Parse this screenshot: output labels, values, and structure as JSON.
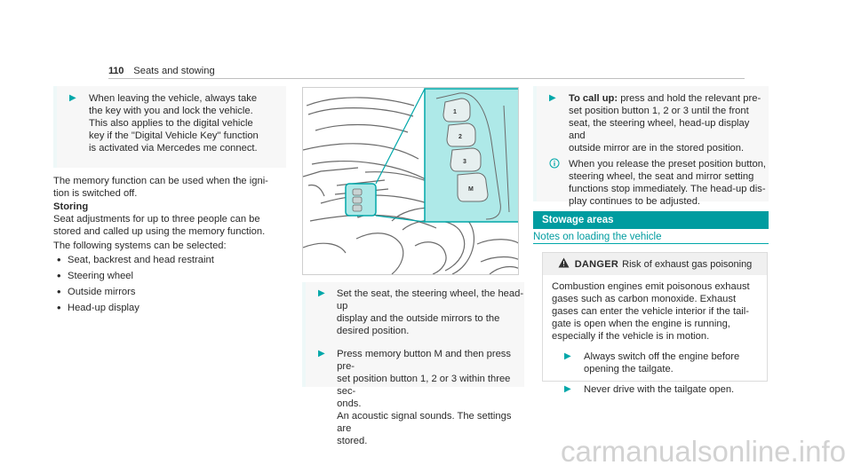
{
  "header": {
    "page_number": "110",
    "section": "Seats and stowing"
  },
  "col1": {
    "note_step": "When leaving the vehicle, always take\nthe key with you and lock the vehicle.\nThis also applies to the digital vehicle\nkey if the \"Digital Vehicle Key\" function\nis activated via Mercedes me connect.",
    "intro": "The memory function can be used when the igni-\ntion is switched off.",
    "storing_heading": "Storing",
    "storing_text": "Seat adjustments for up to three people can be\nstored and called up using the memory function.",
    "systems_intro": "The following systems can be selected:",
    "systems": [
      "Seat, backrest and head restraint",
      "Steering wheel",
      "Outside mirrors",
      "Head-up display"
    ]
  },
  "col2": {
    "figure_buttons": [
      "1",
      "2",
      "3",
      "M"
    ],
    "steps": [
      "Set the seat, the steering wheel, the head-up\ndisplay and the outside mirrors to the\ndesired position.",
      "Press memory button M and then press pre-\nset position button 1, 2 or 3 within three sec-\nonds.\nAn acoustic signal sounds. The settings are\nstored."
    ]
  },
  "col3": {
    "call_up_label": "To call up:",
    "call_up_text": " press and hold the relevant pre-\nset position button 1, 2 or 3 until the front\nseat, the steering wheel, head-up display and\noutside mirror are in the stored position.",
    "note_text": "When you release the preset position button,\nsteering wheel, the seat and mirror setting\nfunctions stop immediately. The head-up dis-\nplay continues to be adjusted.",
    "section_title": "Stowage areas",
    "subheading": "Notes on loading the vehicle",
    "danger": {
      "label": "DANGER",
      "title": "Risk of exhaust gas poisoning",
      "body": "Combustion engines emit poisonous exhaust\ngases such as carbon monoxide. Exhaust\ngases can enter the vehicle interior if the tail-\ngate is open when the engine is running,\nespecially if the vehicle is in motion.",
      "steps": [
        "Always switch off the engine before\nopening the tailgate.",
        "Never drive with the tailgate open."
      ]
    }
  },
  "colors": {
    "accent": "#00a7a9",
    "section_bar": "#009ca0",
    "figure_highlight": "#aee9e8"
  },
  "watermark": "carmanualsonline.info"
}
